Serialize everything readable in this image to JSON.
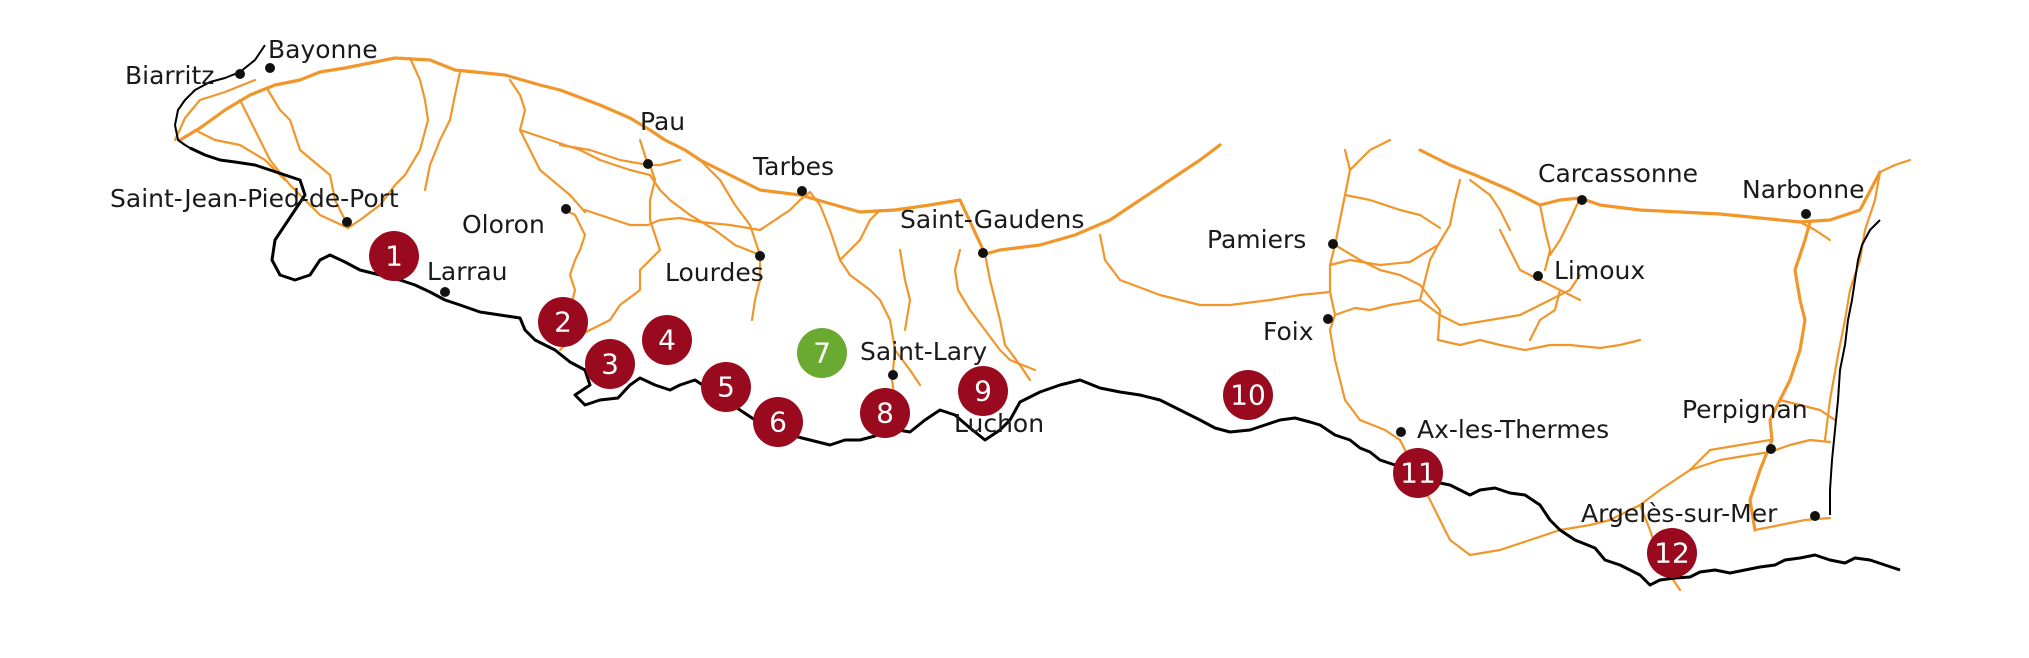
{
  "colors": {
    "marker_red": "#9a0a1e",
    "marker_green": "#6aaa30",
    "road": "#f0962a",
    "border": "#000000"
  },
  "cities": [
    {
      "name": "Biarritz"
    },
    {
      "name": "Bayonne"
    },
    {
      "name": "Saint-Jean-Pied-de-Port"
    },
    {
      "name": "Larrau"
    },
    {
      "name": "Oloron"
    },
    {
      "name": "Pau"
    },
    {
      "name": "Tarbes"
    },
    {
      "name": "Lourdes"
    },
    {
      "name": "Saint-Lary"
    },
    {
      "name": "Saint-Gaudens"
    },
    {
      "name": "Luchon"
    },
    {
      "name": "Pamiers"
    },
    {
      "name": "Foix"
    },
    {
      "name": "Carcassonne"
    },
    {
      "name": "Limoux"
    },
    {
      "name": "Narbonne"
    },
    {
      "name": "Ax-les-Thermes"
    },
    {
      "name": "Perpignan"
    },
    {
      "name": "Argelès-sur-Mer"
    }
  ],
  "markers": [
    {
      "label": "1",
      "status": "red"
    },
    {
      "label": "2",
      "status": "red"
    },
    {
      "label": "3",
      "status": "red"
    },
    {
      "label": "4",
      "status": "red"
    },
    {
      "label": "5",
      "status": "red"
    },
    {
      "label": "6",
      "status": "red"
    },
    {
      "label": "7",
      "status": "green"
    },
    {
      "label": "8",
      "status": "red"
    },
    {
      "label": "9",
      "status": "red"
    },
    {
      "label": "10",
      "status": "red"
    },
    {
      "label": "11",
      "status": "red"
    },
    {
      "label": "12",
      "status": "red"
    }
  ]
}
